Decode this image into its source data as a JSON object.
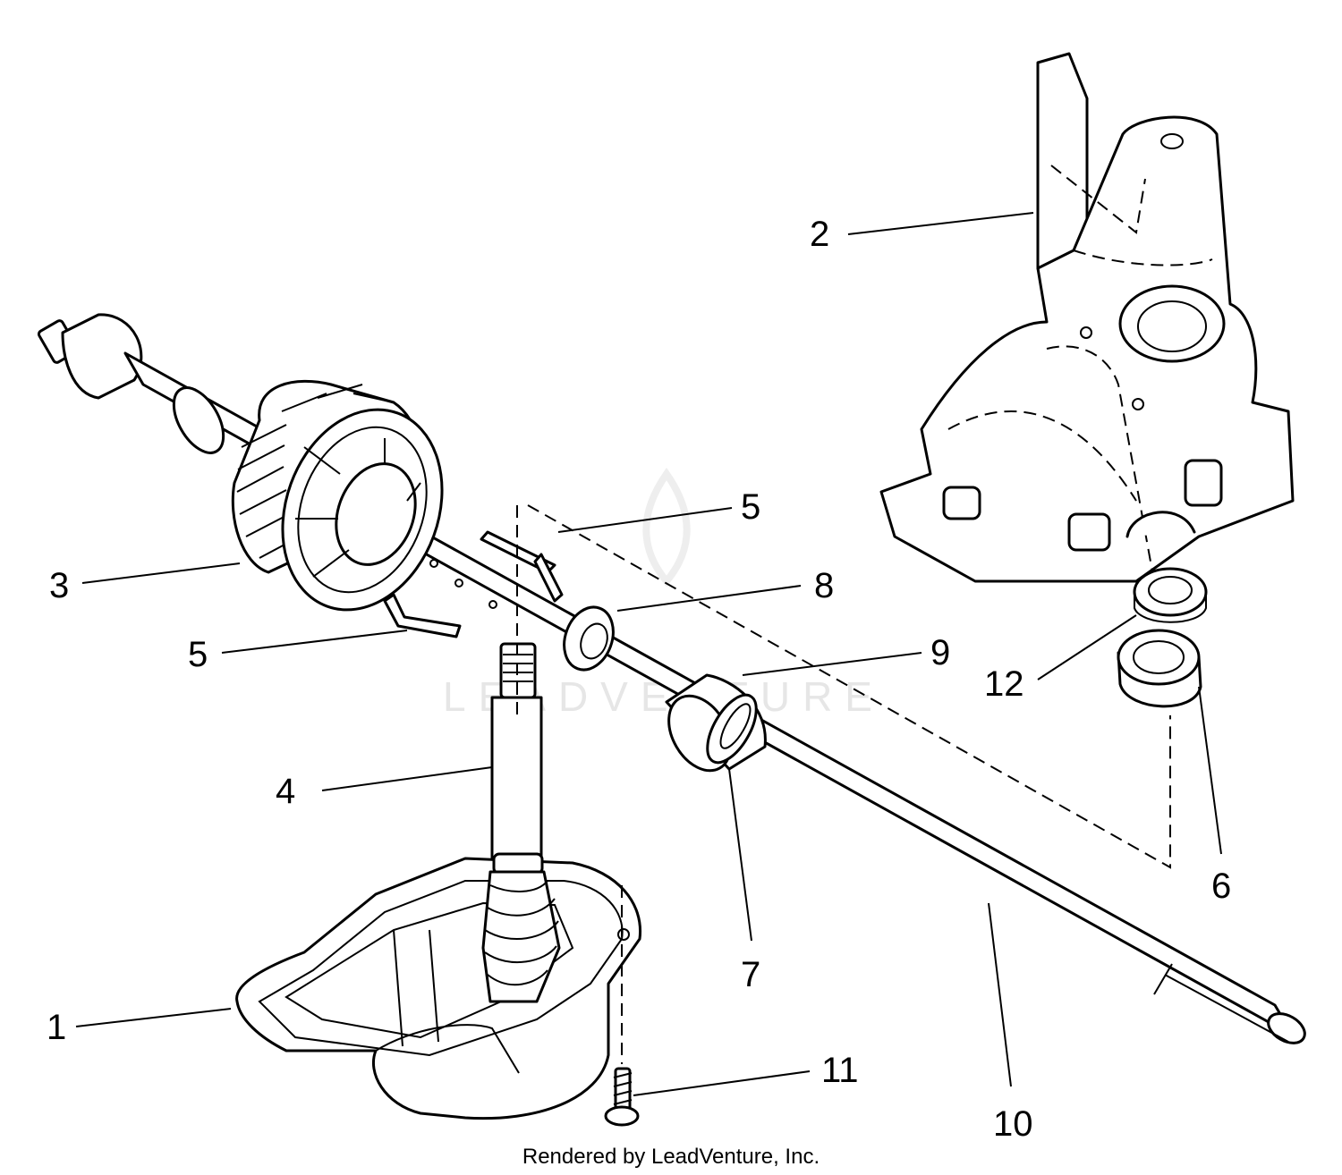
{
  "watermark": "LEADVENTURE",
  "credit": "Rendered by LeadVenture, Inc.",
  "callouts": [
    {
      "id": "1",
      "label": "1"
    },
    {
      "id": "2",
      "label": "2"
    },
    {
      "id": "3",
      "label": "3"
    },
    {
      "id": "4",
      "label": "4"
    },
    {
      "id": "5a",
      "label": "5"
    },
    {
      "id": "5b",
      "label": "5"
    },
    {
      "id": "6",
      "label": "6"
    },
    {
      "id": "7",
      "label": "7"
    },
    {
      "id": "8",
      "label": "8"
    },
    {
      "id": "9",
      "label": "9"
    },
    {
      "id": "10",
      "label": "10"
    },
    {
      "id": "11",
      "label": "11"
    },
    {
      "id": "12",
      "label": "12"
    }
  ]
}
